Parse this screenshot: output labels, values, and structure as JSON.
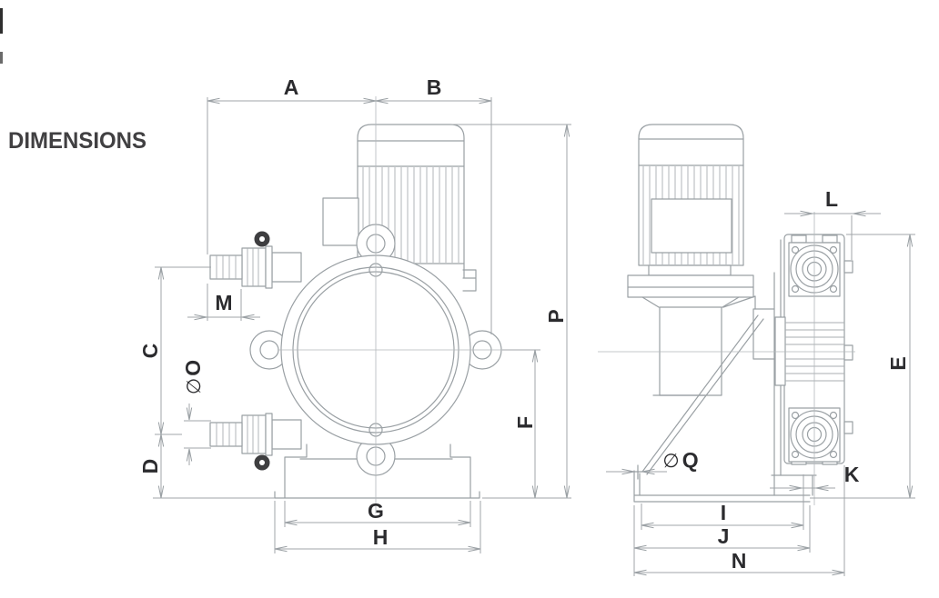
{
  "title": "DIMENSIONS",
  "drawing": {
    "type": "technical dimension drawing",
    "subject": "diaphragm metering pump shown in two orthographic line-art views (front view with round pump head and finned motor; side view with motor, support bracket and stacked valve fittings)",
    "views": [
      {
        "name": "front-view",
        "dimension_labels": [
          "A",
          "B",
          "C",
          "D",
          "F",
          "G",
          "H",
          "M",
          "P",
          "∅O"
        ]
      },
      {
        "name": "side-view",
        "dimension_labels": [
          "E",
          "I",
          "J",
          "K",
          "L",
          "N",
          "∅Q"
        ]
      }
    ]
  },
  "labels": {
    "A": "A",
    "B": "B",
    "C": "C",
    "D": "D",
    "E": "E",
    "F": "F",
    "G": "G",
    "H": "H",
    "I": "I",
    "J": "J",
    "K": "K",
    "L": "L",
    "M": "M",
    "N": "N",
    "O": "O",
    "P": "P",
    "Q": "Q",
    "diameter": "∅"
  },
  "colors": {
    "line": "#9aa0a4",
    "dimension_line": "#a0a5a9",
    "label": "#2b2b2e",
    "title": "#414042",
    "clip_fill": "#3e3e40",
    "background": "#ffffff"
  }
}
